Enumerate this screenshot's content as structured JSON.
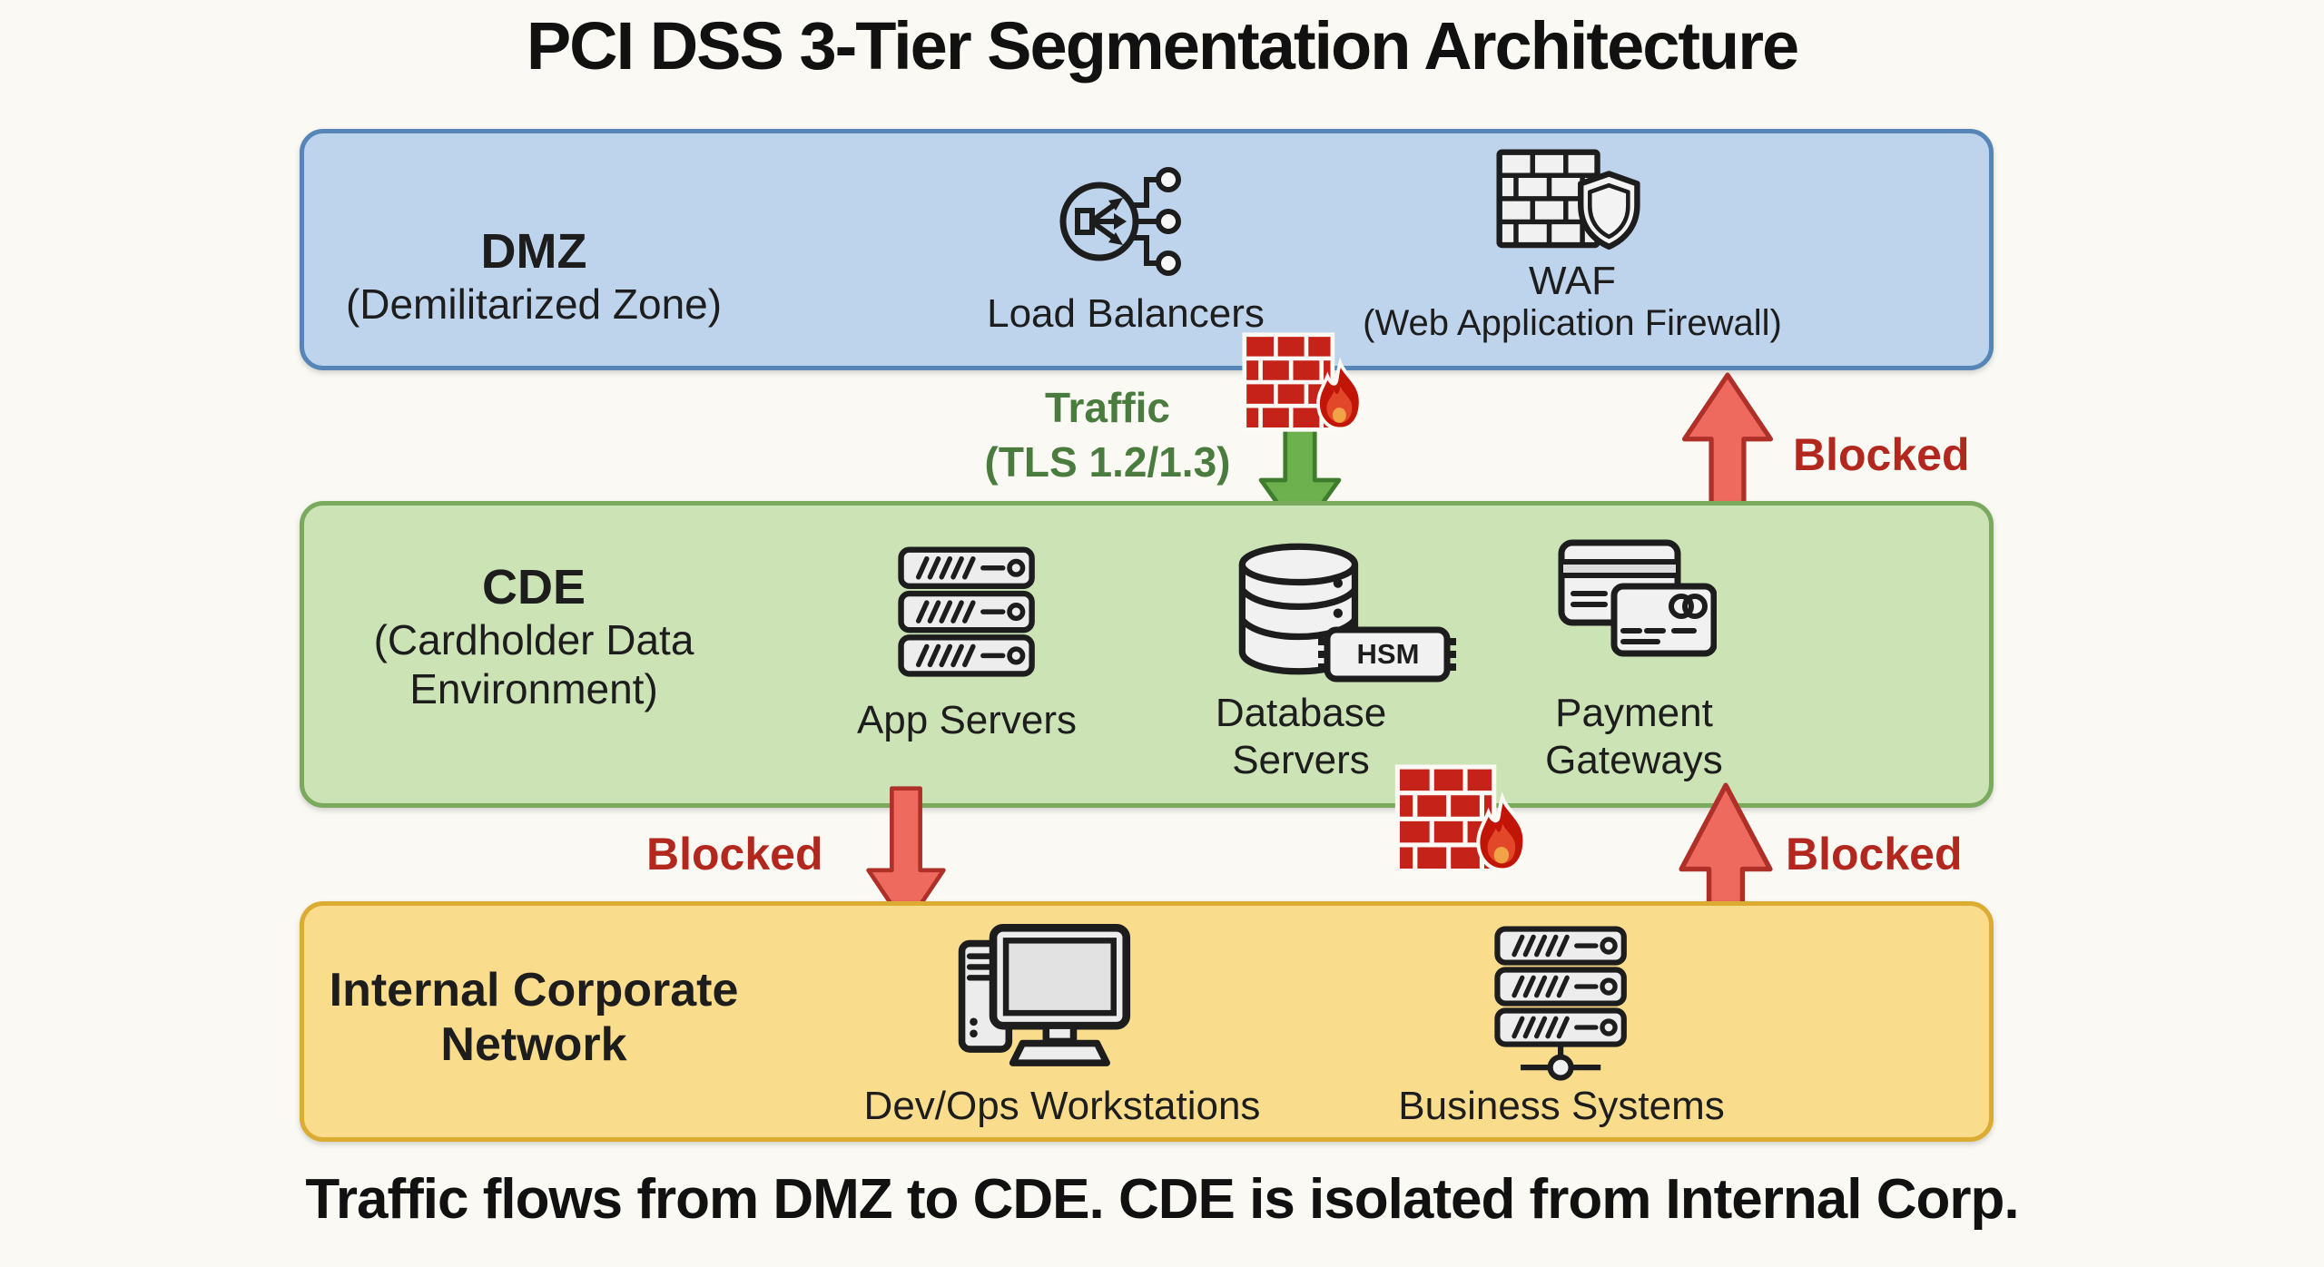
{
  "title": "PCI DSS 3-Tier Segmentation Architecture",
  "caption": "Traffic flows from DMZ to CDE. CDE is isolated from Internal Corp.",
  "colors": {
    "dmz_fill": "#bed4ec",
    "dmz_border": "#5586b7",
    "cde_fill": "#cce3b5",
    "cde_border": "#7aaa5e",
    "internal_fill": "#f9dc8c",
    "internal_border": "#dcab32",
    "allowed_text_green": "#4a7c3f",
    "blocked_text_red": "#b2281f",
    "arrow_green": "#6db14f",
    "arrow_red": "#ee6a5e",
    "firewall_brick_red": "#c5231a"
  },
  "zones": {
    "dmz": {
      "name": "DMZ",
      "subtitle": "(Demilitarized Zone)",
      "nodes": {
        "load_balancers": {
          "label": "Load Balancers",
          "icon": "load-balancer-icon"
        },
        "waf": {
          "label": "WAF",
          "subtitle": "(Web Application Firewall)",
          "icon": "firewall-shield-icon"
        }
      }
    },
    "cde": {
      "name": "CDE",
      "subtitle": "(Cardholder Data Environment)",
      "nodes": {
        "app_servers": {
          "label": "App Servers",
          "icon": "server-stack-icon"
        },
        "database_servers": {
          "label": "Database Servers",
          "badge": "HSM",
          "icon": "database-icon"
        },
        "payment_gateways": {
          "label": "Payment Gateways",
          "icon": "credit-cards-icon"
        }
      }
    },
    "internal": {
      "name": "Internal Corporate Network",
      "nodes": {
        "devops_workstations": {
          "label": "Dev/Ops Workstations",
          "icon": "workstation-icon"
        },
        "business_systems": {
          "label": "Business Systems",
          "icon": "server-network-icon"
        }
      }
    }
  },
  "flows": {
    "dmz_to_cde": {
      "label_line1": "Traffic",
      "label_line2": "(TLS 1.2/1.3)",
      "status": "allowed",
      "direction": "down"
    },
    "cde_to_dmz": {
      "label": "Blocked",
      "status": "blocked",
      "direction": "up"
    },
    "cde_to_internal": {
      "label": "Blocked",
      "status": "blocked",
      "direction": "down"
    },
    "internal_to_cde": {
      "label": "Blocked",
      "status": "blocked",
      "direction": "up"
    }
  }
}
